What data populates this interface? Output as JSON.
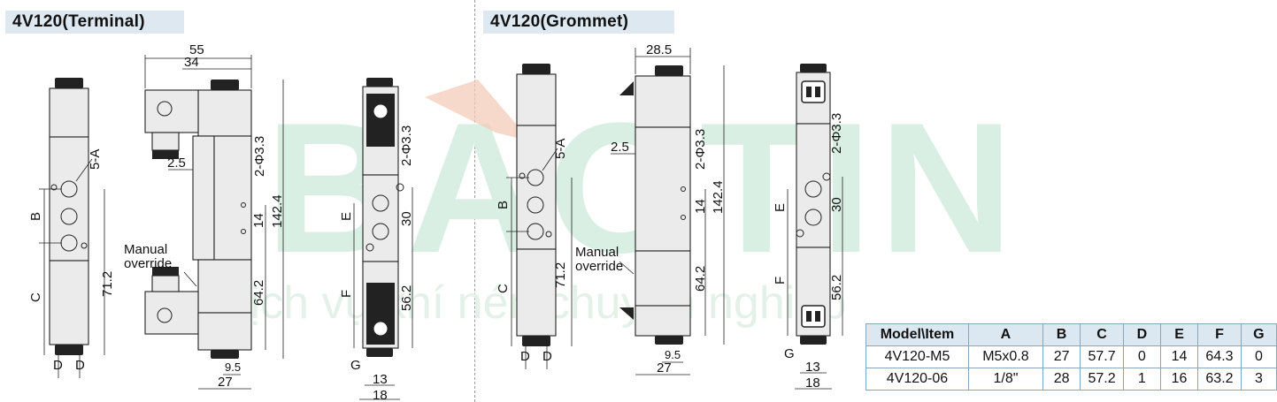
{
  "watermark": {
    "brand": "BAOTIN",
    "slogan": "Dịch vụ khí nén chuyên nghiệp"
  },
  "sections": {
    "terminal_title": "4V120(Terminal)",
    "grommet_title": "4V120(Grommet)"
  },
  "dims_terminal": {
    "d55": "55",
    "d34": "34",
    "d5a": "5-A",
    "d25": "2.5",
    "hole": "2-Φ3.3",
    "d14": "14",
    "d1424": "142.4",
    "d30": "30",
    "d712": "71.2",
    "d642": "64.2",
    "d562": "56.2",
    "d95": "9.5",
    "d27": "27",
    "d13": "13",
    "d18": "18",
    "B": "B",
    "C": "C",
    "D1": "D",
    "D2": "D",
    "E": "E",
    "F": "F",
    "G": "G",
    "manual1": "Manual",
    "manual2": "override"
  },
  "dims_grommet": {
    "d285": "28.5",
    "d5a": "5-A",
    "d25": "2.5",
    "hole": "2-Φ3.3",
    "d14": "14",
    "d1424": "142.4",
    "d30": "30",
    "d712": "71.2",
    "d642": "64.2",
    "d562": "56.2",
    "d95": "9.5",
    "d27": "27",
    "d13": "13",
    "d18": "18",
    "B": "B",
    "C": "C",
    "D1": "D",
    "D2": "D",
    "E": "E",
    "F": "F",
    "G": "G",
    "manual1": "Manual",
    "manual2": "override"
  },
  "table": {
    "headers": [
      "Model\\Item",
      "A",
      "B",
      "C",
      "D",
      "E",
      "F",
      "G"
    ],
    "rows": [
      [
        "4V120-M5",
        "M5x0.8",
        "27",
        "57.7",
        "0",
        "14",
        "64.3",
        "0"
      ],
      [
        "4V120-06",
        "1/8\"",
        "28",
        "57.2",
        "1",
        "16",
        "63.2",
        "3"
      ]
    ]
  }
}
